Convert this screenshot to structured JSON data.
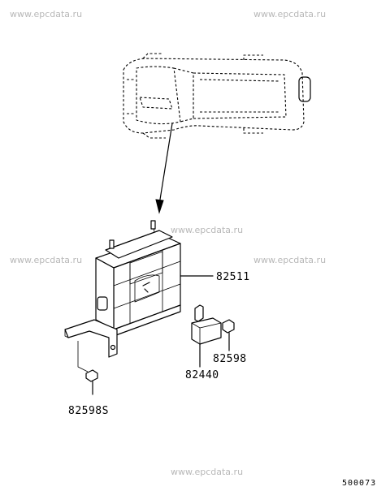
{
  "watermarks": [
    "www.epcdata.ru",
    "www.epcdata.ru",
    "www.epcdata.ru",
    "www.epcdata.ru",
    "www.epcdata.ru",
    "www.epcdata.ru"
  ],
  "parts": {
    "ecu": "82511",
    "bolt": "82598",
    "sensor": "82440",
    "bracket_bolt": "82598S"
  },
  "reference_code": "500073"
}
